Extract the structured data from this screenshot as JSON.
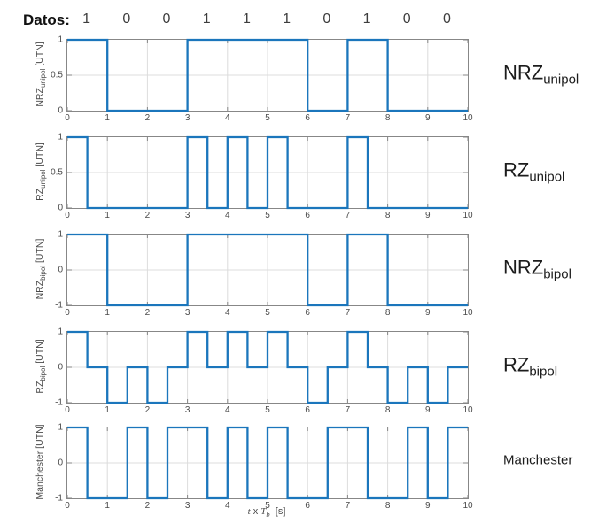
{
  "header": {
    "label": "Datos:",
    "bits": [
      "1",
      "0",
      "0",
      "1",
      "1",
      "1",
      "0",
      "1",
      "0",
      "0"
    ]
  },
  "colors": {
    "line": "#1b76bc",
    "frame": "#878787",
    "grid": "#dcdcdc",
    "tick_text": "#4a4a4a"
  },
  "xlabel_parts": {
    "var": "t",
    "times": " x ",
    "symbol": "T",
    "sub": "b",
    "unit": "  [s]"
  },
  "chart_data": [
    {
      "type": "line",
      "subtype": "step-waveform",
      "name": "NRZ unipolar",
      "ylabel": {
        "main": "NRZ",
        "sub": "unipol",
        "unit": " [UTN]"
      },
      "right_label": {
        "main": "NRZ",
        "sub": "unipol"
      },
      "xlim": [
        0,
        10
      ],
      "ylim": [
        0,
        1
      ],
      "xticks": [
        0,
        1,
        2,
        3,
        4,
        5,
        6,
        7,
        8,
        9,
        10
      ],
      "yticks": [
        1,
        0.5,
        0
      ],
      "grid": true,
      "points": [
        [
          0,
          1
        ],
        [
          1,
          1
        ],
        [
          1,
          0
        ],
        [
          3,
          0
        ],
        [
          3,
          1
        ],
        [
          6,
          1
        ],
        [
          6,
          0
        ],
        [
          7,
          0
        ],
        [
          7,
          1
        ],
        [
          8,
          1
        ],
        [
          8,
          0
        ],
        [
          10,
          0
        ]
      ]
    },
    {
      "type": "line",
      "subtype": "step-waveform",
      "name": "RZ unipolar",
      "ylabel": {
        "main": "RZ",
        "sub": "unipol",
        "unit": " [UTN]"
      },
      "right_label": {
        "main": "RZ",
        "sub": "unipol"
      },
      "xlim": [
        0,
        10
      ],
      "ylim": [
        0,
        1
      ],
      "xticks": [
        0,
        1,
        2,
        3,
        4,
        5,
        6,
        7,
        8,
        9,
        10
      ],
      "yticks": [
        1,
        0.5,
        0
      ],
      "grid": true,
      "points": [
        [
          0,
          1
        ],
        [
          0.5,
          1
        ],
        [
          0.5,
          0
        ],
        [
          3,
          0
        ],
        [
          3,
          1
        ],
        [
          3.5,
          1
        ],
        [
          3.5,
          0
        ],
        [
          4,
          0
        ],
        [
          4,
          1
        ],
        [
          4.5,
          1
        ],
        [
          4.5,
          0
        ],
        [
          5,
          0
        ],
        [
          5,
          1
        ],
        [
          5.5,
          1
        ],
        [
          5.5,
          0
        ],
        [
          7,
          0
        ],
        [
          7,
          1
        ],
        [
          7.5,
          1
        ],
        [
          7.5,
          0
        ],
        [
          10,
          0
        ]
      ]
    },
    {
      "type": "line",
      "subtype": "step-waveform",
      "name": "NRZ bipolar",
      "ylabel": {
        "main": "NRZ",
        "sub": "bipol",
        "unit": " [UTN]"
      },
      "right_label": {
        "main": "NRZ",
        "sub": "bipol"
      },
      "xlim": [
        0,
        10
      ],
      "ylim": [
        -1,
        1
      ],
      "xticks": [
        0,
        1,
        2,
        3,
        4,
        5,
        6,
        7,
        8,
        9,
        10
      ],
      "yticks": [
        1,
        0,
        -1
      ],
      "grid": true,
      "points": [
        [
          0,
          1
        ],
        [
          1,
          1
        ],
        [
          1,
          -1
        ],
        [
          3,
          -1
        ],
        [
          3,
          1
        ],
        [
          6,
          1
        ],
        [
          6,
          -1
        ],
        [
          7,
          -1
        ],
        [
          7,
          1
        ],
        [
          8,
          1
        ],
        [
          8,
          -1
        ],
        [
          10,
          -1
        ]
      ]
    },
    {
      "type": "line",
      "subtype": "step-waveform",
      "name": "RZ bipolar",
      "ylabel": {
        "main": "RZ",
        "sub": "bipol",
        "unit": " [UTN]"
      },
      "right_label": {
        "main": "RZ",
        "sub": "bipol"
      },
      "xlim": [
        0,
        10
      ],
      "ylim": [
        -1,
        1
      ],
      "xticks": [
        0,
        1,
        2,
        3,
        4,
        5,
        6,
        7,
        8,
        9,
        10
      ],
      "yticks": [
        1,
        0,
        -1
      ],
      "grid": true,
      "points": [
        [
          0,
          1
        ],
        [
          0.5,
          1
        ],
        [
          0.5,
          0
        ],
        [
          1,
          0
        ],
        [
          1,
          -1
        ],
        [
          1.5,
          -1
        ],
        [
          1.5,
          0
        ],
        [
          2,
          0
        ],
        [
          2,
          -1
        ],
        [
          2.5,
          -1
        ],
        [
          2.5,
          0
        ],
        [
          3,
          0
        ],
        [
          3,
          1
        ],
        [
          3.5,
          1
        ],
        [
          3.5,
          0
        ],
        [
          4,
          0
        ],
        [
          4,
          1
        ],
        [
          4.5,
          1
        ],
        [
          4.5,
          0
        ],
        [
          5,
          0
        ],
        [
          5,
          1
        ],
        [
          5.5,
          1
        ],
        [
          5.5,
          0
        ],
        [
          6,
          0
        ],
        [
          6,
          -1
        ],
        [
          6.5,
          -1
        ],
        [
          6.5,
          0
        ],
        [
          7,
          0
        ],
        [
          7,
          1
        ],
        [
          7.5,
          1
        ],
        [
          7.5,
          0
        ],
        [
          8,
          0
        ],
        [
          8,
          -1
        ],
        [
          8.5,
          -1
        ],
        [
          8.5,
          0
        ],
        [
          9,
          0
        ],
        [
          9,
          -1
        ],
        [
          9.5,
          -1
        ],
        [
          9.5,
          0
        ],
        [
          10,
          0
        ]
      ]
    },
    {
      "type": "line",
      "subtype": "step-waveform",
      "name": "Manchester",
      "ylabel": {
        "main": "Manchester",
        "sub": "",
        "unit": " [UTN]"
      },
      "right_label": {
        "main": "Manchester",
        "sub": ""
      },
      "xlim": [
        0,
        10
      ],
      "ylim": [
        -1,
        1
      ],
      "xticks": [
        0,
        1,
        2,
        3,
        4,
        5,
        6,
        7,
        8,
        9,
        10
      ],
      "yticks": [
        1,
        0,
        -1
      ],
      "grid": true,
      "points": [
        [
          0,
          1
        ],
        [
          0.5,
          1
        ],
        [
          0.5,
          -1
        ],
        [
          1.5,
          -1
        ],
        [
          1.5,
          1
        ],
        [
          2,
          1
        ],
        [
          2,
          -1
        ],
        [
          2.5,
          -1
        ],
        [
          2.5,
          1
        ],
        [
          3.5,
          1
        ],
        [
          3.5,
          -1
        ],
        [
          4,
          -1
        ],
        [
          4,
          1
        ],
        [
          4.5,
          1
        ],
        [
          4.5,
          -1
        ],
        [
          5,
          -1
        ],
        [
          5,
          1
        ],
        [
          5.5,
          1
        ],
        [
          5.5,
          -1
        ],
        [
          6.5,
          -1
        ],
        [
          6.5,
          1
        ],
        [
          7.5,
          1
        ],
        [
          7.5,
          -1
        ],
        [
          8.5,
          -1
        ],
        [
          8.5,
          1
        ],
        [
          9,
          1
        ],
        [
          9,
          -1
        ],
        [
          9.5,
          -1
        ],
        [
          9.5,
          1
        ],
        [
          10,
          1
        ]
      ]
    }
  ]
}
